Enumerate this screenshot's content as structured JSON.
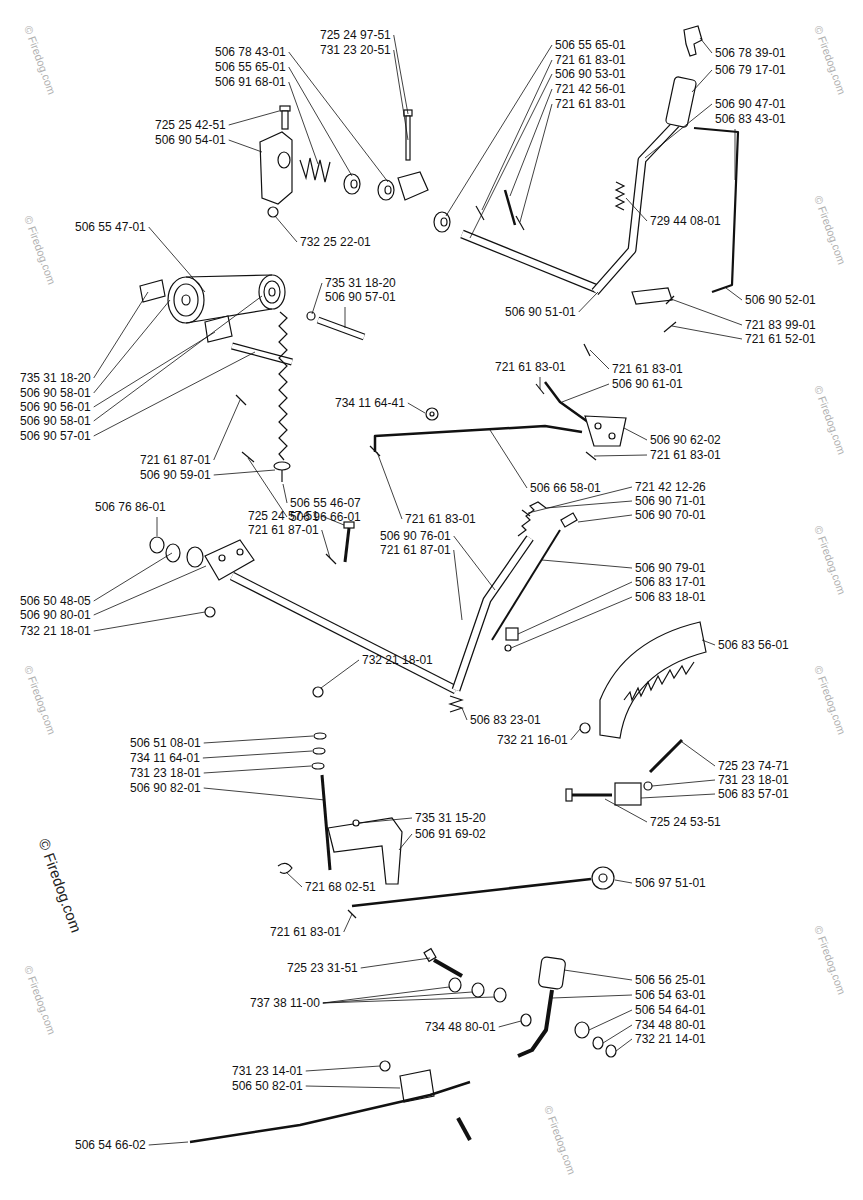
{
  "diagram": {
    "labels": [
      "725 24 97-51",
      "731 23 20-51",
      "506 78 43-01",
      "506 55 65-01",
      "506 91 68-01",
      "725 25 42-51",
      "506 90 54-01",
      "506 55 47-01",
      "732 25 22-01",
      "506 55 65-01",
      "721 61 83-01",
      "506 90 53-01",
      "721 42 56-01",
      "721 61 83-01",
      "506 78 39-01",
      "506 79 17-01",
      "506 90 47-01",
      "506 83 43-01",
      "729 44 08-01",
      "506 90 52-01",
      "506 90 51-01",
      "721 83 99-01",
      "721 61 52-01",
      "735 31 18-20",
      "506 90 57-01",
      "735 31 18-20",
      "506 90 58-01",
      "506 90 56-01",
      "506 90 58-01",
      "506 90 57-01",
      "721 61 83-01",
      "506 90 61-01",
      "734 11 64-41",
      "721 61 87-01",
      "506 90 59-01",
      "506 90 62-02",
      "721 61 83-01",
      "506 55 46-07",
      "506 96 66-01",
      "721 61 83-01",
      "506 66 58-01",
      "721 61 83-01",
      "721 42 12-26",
      "506 90 71-01",
      "506 90 70-01",
      "506 76 86-01",
      "725 24 57-51",
      "721 61 87-01",
      "506 90 76-01",
      "721 61 87-01",
      "506 90 79-01",
      "506 83 17-01",
      "506 83 18-01",
      "506 50 48-05",
      "506 90 80-01",
      "732 21 18-01",
      "506 83 56-01",
      "732 21 18-01",
      "506 83 23-01",
      "732 21 16-01",
      "725 23 74-71",
      "731 23 18-01",
      "506 83 57-01",
      "725 24 53-51",
      "506 51 08-01",
      "734 11 64-01",
      "731 23 18-01",
      "506 90 82-01",
      "735 31 15-20",
      "506 91 69-02",
      "721 68 02-51",
      "506 97 51-01",
      "721 61 83-01",
      "725 23 31-51",
      "737 38 11-00",
      "506 56 25-01",
      "506 54 63-01",
      "506 54 64-01",
      "734 48 80-01",
      "732 21 14-01",
      "734 48 80-01",
      "731 23 14-01",
      "506 50 82-01",
      "506 54 66-02",
      "© Firedog.com",
      "© Firedog.com",
      "© Firedog.com",
      "© Firedog.com",
      "© Firedog.com",
      "© Firedog.com",
      "© Firedog.com",
      "© Firedog.com",
      "© Firedog.com",
      "© Firedog.com",
      "© Firedog.com",
      "© Firedog.com"
    ]
  }
}
